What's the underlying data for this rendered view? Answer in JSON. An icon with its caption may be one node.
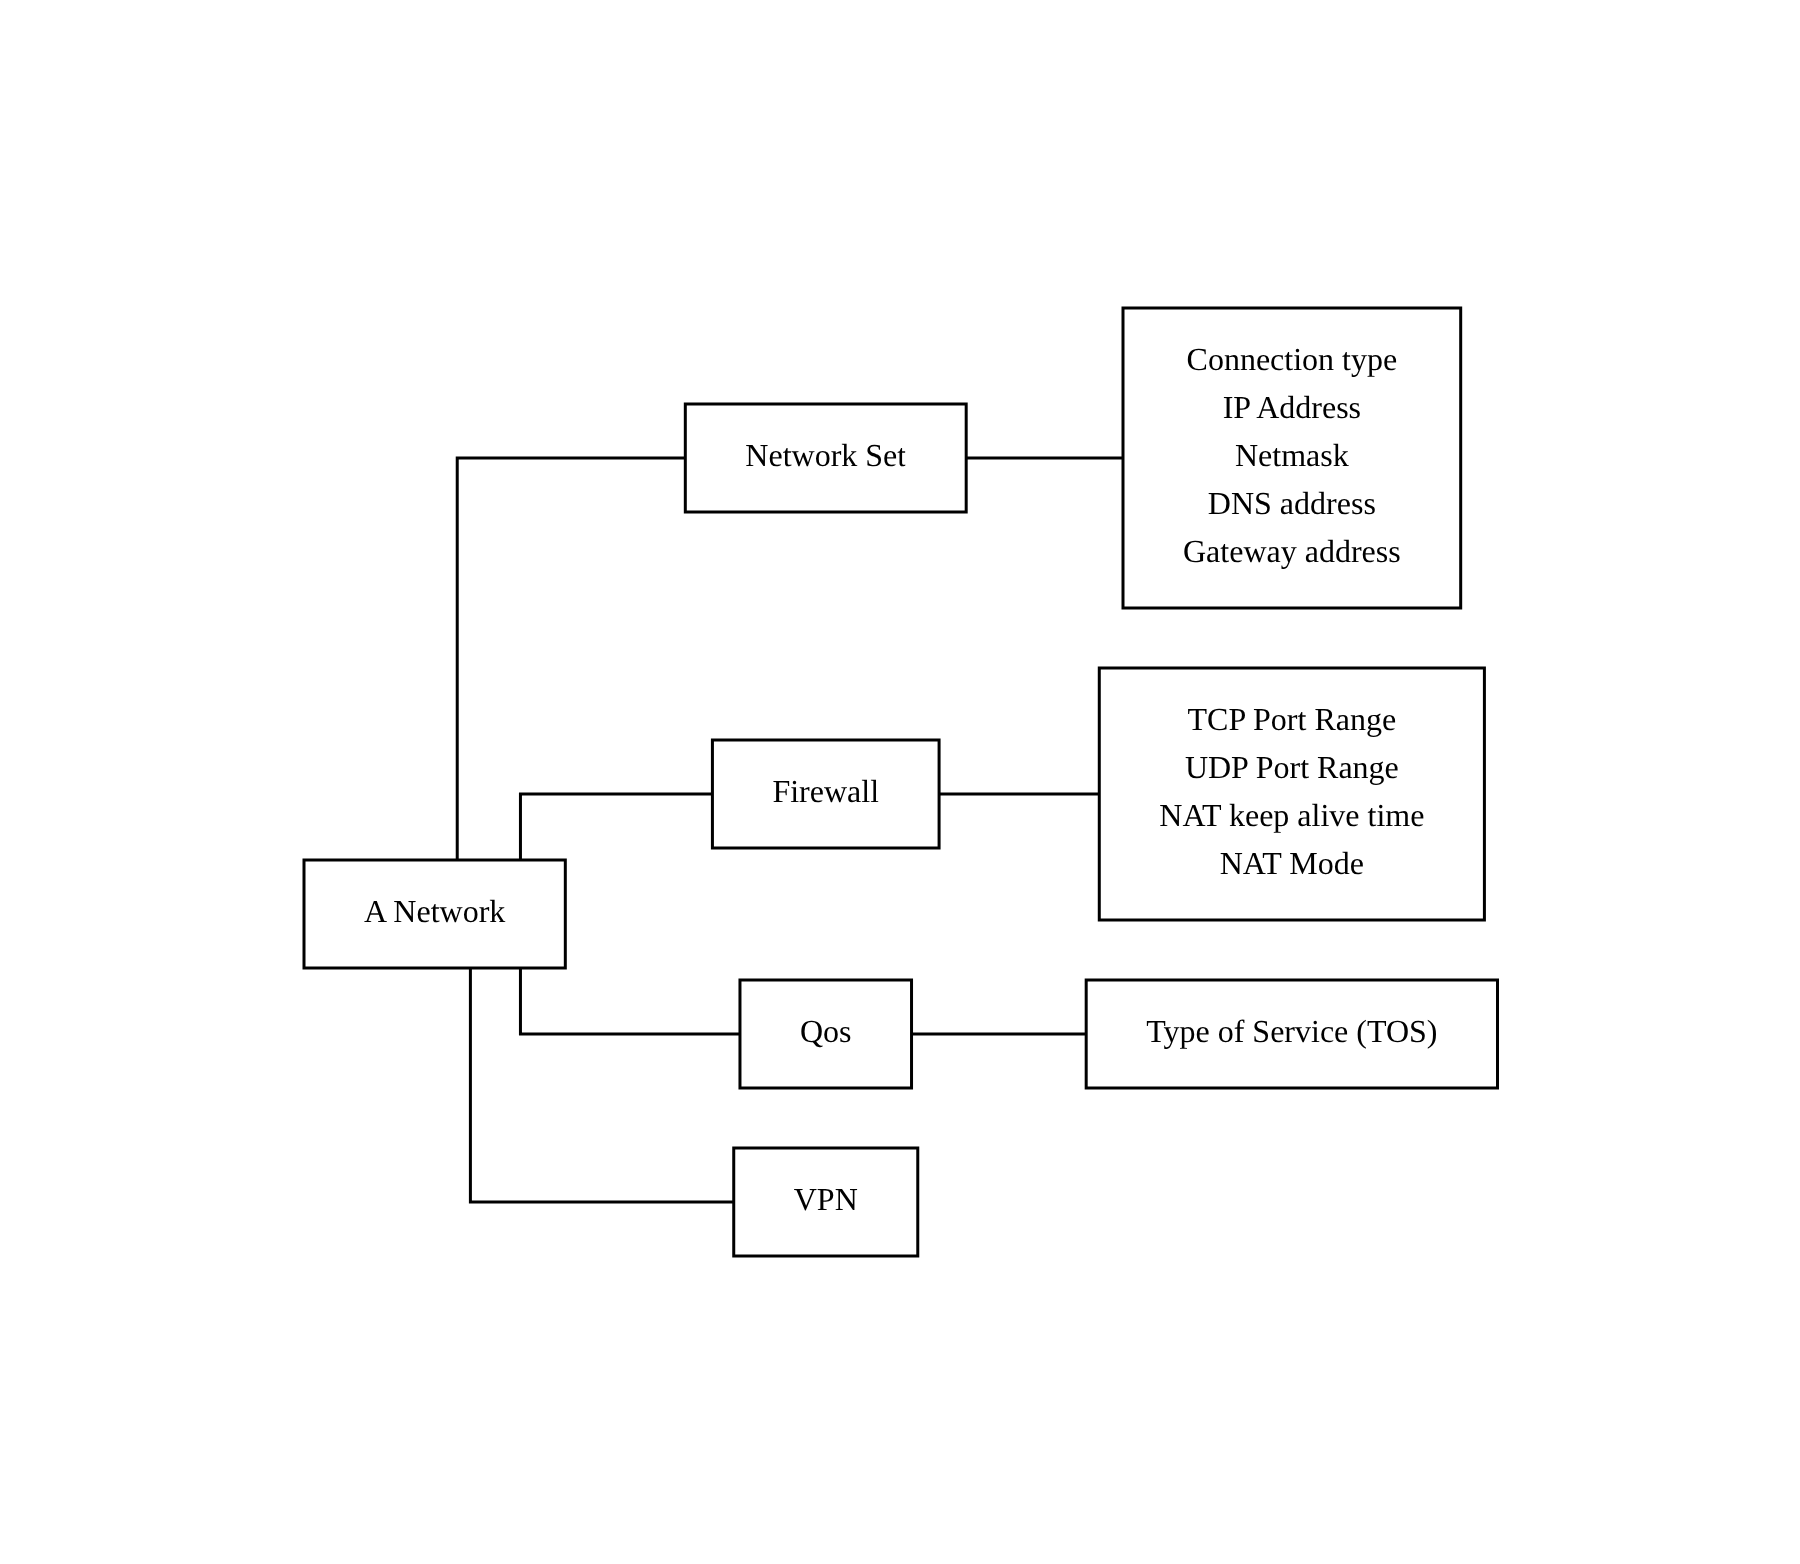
{
  "diagram": {
    "nodes": [
      {
        "text": [
          "A Network"
        ]
      },
      {
        "text": [
          "Network Set"
        ]
      },
      {
        "text": [
          "Firewall"
        ]
      },
      {
        "text": [
          "Qos"
        ]
      },
      {
        "text": [
          "VPN"
        ]
      },
      {
        "text": [
          "Connection type",
          "IP Address",
          "Netmask",
          "DNS address",
          "Gateway address"
        ]
      },
      {
        "text": [
          "TCP Port Range",
          "UDP Port Range",
          "NAT keep alive time",
          "NAT Mode"
        ]
      },
      {
        "text": [
          "Type of Service (TOS)"
        ]
      }
    ],
    "edges": [
      {
        "from": 0,
        "to": 1,
        "arrow": "none"
      },
      {
        "from": 0,
        "to": 2,
        "arrow": "none"
      },
      {
        "from": 0,
        "to": 3,
        "arrow": "none"
      },
      {
        "from": 0,
        "to": 4,
        "arrow": "none"
      },
      {
        "from": 1,
        "to": 5,
        "arrow": "none"
      },
      {
        "from": 2,
        "to": 6,
        "arrow": "none"
      },
      {
        "from": 3,
        "to": 7,
        "arrow": "none"
      }
    ]
  }
}
